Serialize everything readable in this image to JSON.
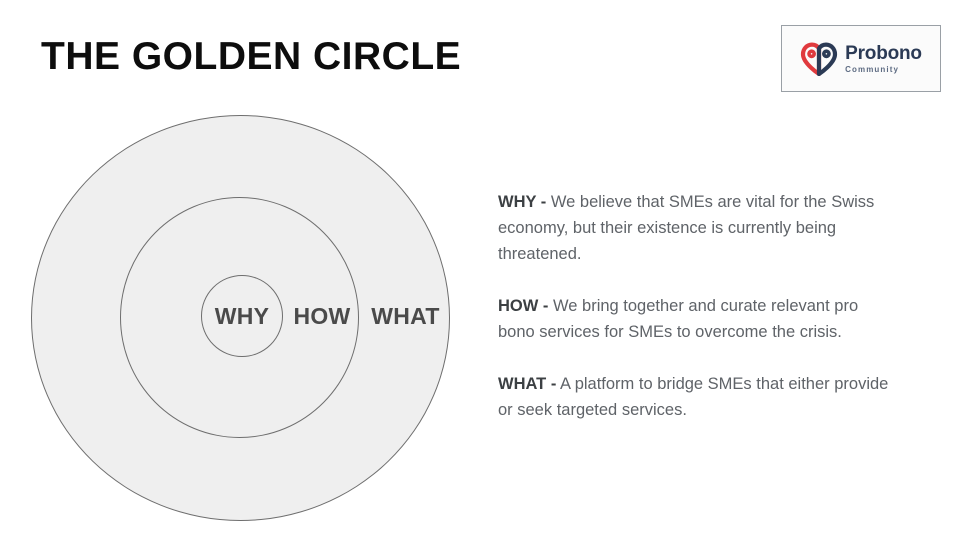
{
  "slide": {
    "title": "THE GOLDEN CIRCLE"
  },
  "logo": {
    "name": "Probono",
    "tagline": "Community",
    "mark_icon": "heart-icon",
    "colors": {
      "red": "#e03a3e",
      "navy": "#2b3a55",
      "border": "#9aa0a6"
    }
  },
  "diagram": {
    "name": "golden-circle-diagram",
    "fill_color": "#efefef",
    "stroke_color": "#6e6e6e",
    "rings": [
      {
        "label": "WHY",
        "level": "inner"
      },
      {
        "label": "HOW",
        "level": "middle"
      },
      {
        "label": "WHAT",
        "level": "outer"
      }
    ]
  },
  "content": {
    "paragraphs": [
      {
        "lead": "WHY -",
        "body": " We believe that SMEs are vital for the Swiss economy, but their existence is currently being threatened."
      },
      {
        "lead": "HOW -",
        "body": " We bring together and curate relevant pro bono services for SMEs to overcome the crisis."
      },
      {
        "lead": "WHAT -",
        "body": " A platform to bridge SMEs that either provide or seek targeted services."
      }
    ]
  }
}
